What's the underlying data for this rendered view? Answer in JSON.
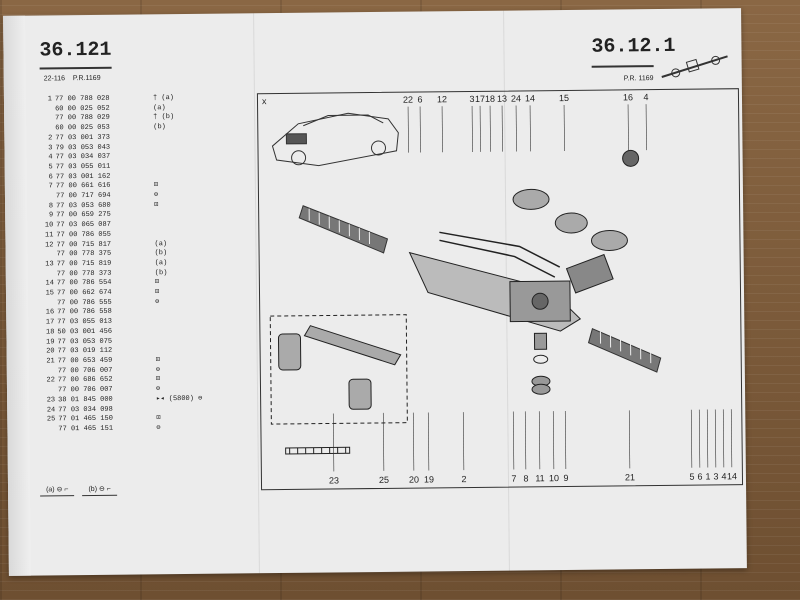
{
  "page": {
    "left_section": "36.121",
    "left_sub": "22-116",
    "left_pr": "P.R.1169",
    "right_section": "36.12.1",
    "right_pr": "P.R. 1169",
    "diagram_corner": "x"
  },
  "parts": [
    {
      "n": "1",
      "code": "77 00 788 028",
      "flag": "† (a)"
    },
    {
      "n": "",
      "code": "60 00 025 052",
      "flag": "(a)"
    },
    {
      "n": "",
      "code": "77 00 788 029",
      "flag": "† (b)"
    },
    {
      "n": "",
      "code": "60 00 025 053",
      "flag": "(b)"
    },
    {
      "n": "2",
      "code": "77 03 001 373",
      "flag": ""
    },
    {
      "n": "3",
      "code": "79 03 053 043",
      "flag": ""
    },
    {
      "n": "4",
      "code": "77 03 034 037",
      "flag": ""
    },
    {
      "n": "5",
      "code": "77 03 055 011",
      "flag": ""
    },
    {
      "n": "6",
      "code": "77 03 001 162",
      "flag": ""
    },
    {
      "n": "7",
      "code": "77 00 661 616",
      "flag": "⊡"
    },
    {
      "n": "",
      "code": "77 00 717 694",
      "flag": "⊖"
    },
    {
      "n": "8",
      "code": "77 03 053 680",
      "flag": "⊡"
    },
    {
      "n": "9",
      "code": "77 00 659 275",
      "flag": ""
    },
    {
      "n": "10",
      "code": "77 03 065 087",
      "flag": ""
    },
    {
      "n": "11",
      "code": "77 00 786 055",
      "flag": ""
    },
    {
      "n": "12",
      "code": "77 00 715 817",
      "flag": "(a)"
    },
    {
      "n": "",
      "code": "77 00 778 375",
      "flag": "(b)"
    },
    {
      "n": "13",
      "code": "77 00 715 819",
      "flag": "(a)"
    },
    {
      "n": "",
      "code": "77 00 778 373",
      "flag": "(b)"
    },
    {
      "n": "14",
      "code": "77 00 786 554",
      "flag": "⊡"
    },
    {
      "n": "15",
      "code": "77 00 662 674",
      "flag": "⊡"
    },
    {
      "n": "",
      "code": "77 00 786 555",
      "flag": "⊖"
    },
    {
      "n": "16",
      "code": "77 00 786 558",
      "flag": ""
    },
    {
      "n": "17",
      "code": "77 03 055 013",
      "flag": ""
    },
    {
      "n": "18",
      "code": "50 03 001 456",
      "flag": ""
    },
    {
      "n": "19",
      "code": "77 03 053 075",
      "flag": ""
    },
    {
      "n": "20",
      "code": "77 03 019 112",
      "flag": ""
    },
    {
      "n": "21",
      "code": "77 00 653 459",
      "flag": "⊡"
    },
    {
      "n": "",
      "code": "77 00 706 007",
      "flag": "⊖"
    },
    {
      "n": "22",
      "code": "77 00 686 652",
      "flag": "⊡"
    },
    {
      "n": "",
      "code": "77 00 706 007",
      "flag": "⊖"
    },
    {
      "n": "23",
      "code": "38 01 845 000",
      "flag": "▸◂ (5800) ⊖"
    },
    {
      "n": "24",
      "code": "77 03 034 098",
      "flag": ""
    },
    {
      "n": "25",
      "code": "77 01 465 150",
      "flag": "⊡"
    },
    {
      "n": "",
      "code": "77 01 465 151",
      "flag": "⊖"
    }
  ],
  "legend": [
    {
      "label": "(a)"
    },
    {
      "label": "(b)"
    }
  ],
  "callouts_top": [
    "22",
    "6",
    "12",
    "3",
    "17",
    "18",
    "13",
    "24",
    "14",
    "15",
    "16",
    "4"
  ],
  "callouts_bottom": [
    "23",
    "25",
    "20",
    "19",
    "2",
    "7",
    "8",
    "11",
    "10",
    "9",
    "21",
    "5",
    "6",
    "1",
    "3",
    "4",
    "14"
  ]
}
